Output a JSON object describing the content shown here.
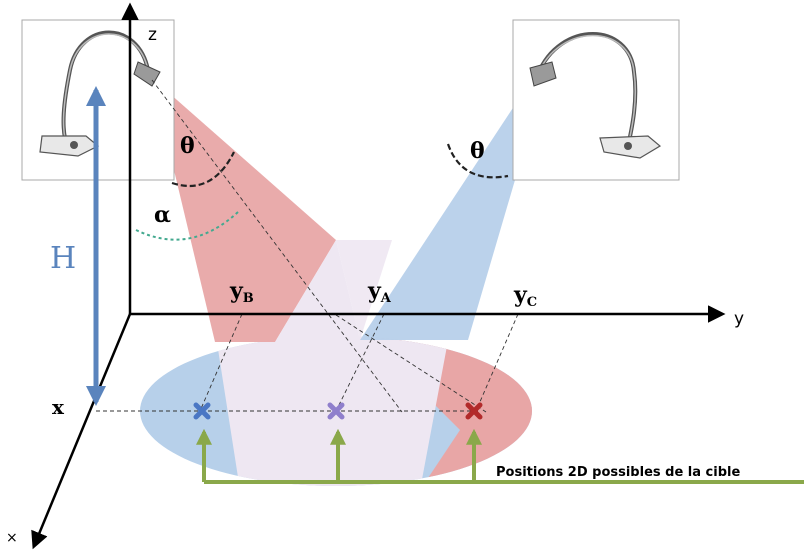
{
  "colors": {
    "red_beam": "#e8a6a6",
    "blue_beam": "#b7d0ea",
    "overlap": "#eee7f2",
    "height_arrow": "#5a84bd",
    "alpha_arc": "#43a98f",
    "green_bracket": "#8aa84a",
    "marker_b": "#4a77c4",
    "marker_a": "#8f7fcc",
    "marker_c": "#b22a2a",
    "axes": "#000000"
  },
  "labels": {
    "axis_z": "z",
    "axis_y": "y",
    "axis_x_bottom": "×",
    "x_position": "x",
    "height": "H",
    "alpha": "α",
    "theta_left": "θ",
    "theta_right": "θ",
    "yB_main": "y",
    "yB_sub": "B",
    "yA_main": "y",
    "yA_sub": "A",
    "yC_main": "y",
    "yC_sub": "C",
    "caption": "Positions 2D possibles de la cible"
  },
  "icons": {
    "left_camera": "desk-lamp-camera-icon",
    "right_camera": "desk-lamp-camera-icon",
    "marker_b": "x-marker-icon",
    "marker_a": "x-marker-icon",
    "marker_c": "x-marker-icon"
  }
}
